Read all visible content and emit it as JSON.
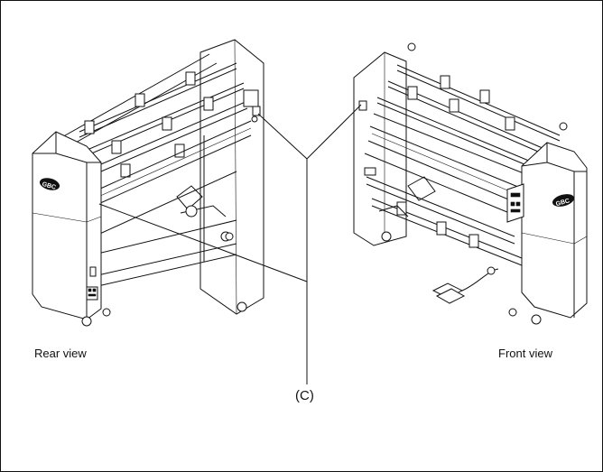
{
  "figure": {
    "rear_view_label": "Rear view",
    "front_view_label": "Front view",
    "callout_label": "(C)",
    "brand_mark": "GBC"
  }
}
